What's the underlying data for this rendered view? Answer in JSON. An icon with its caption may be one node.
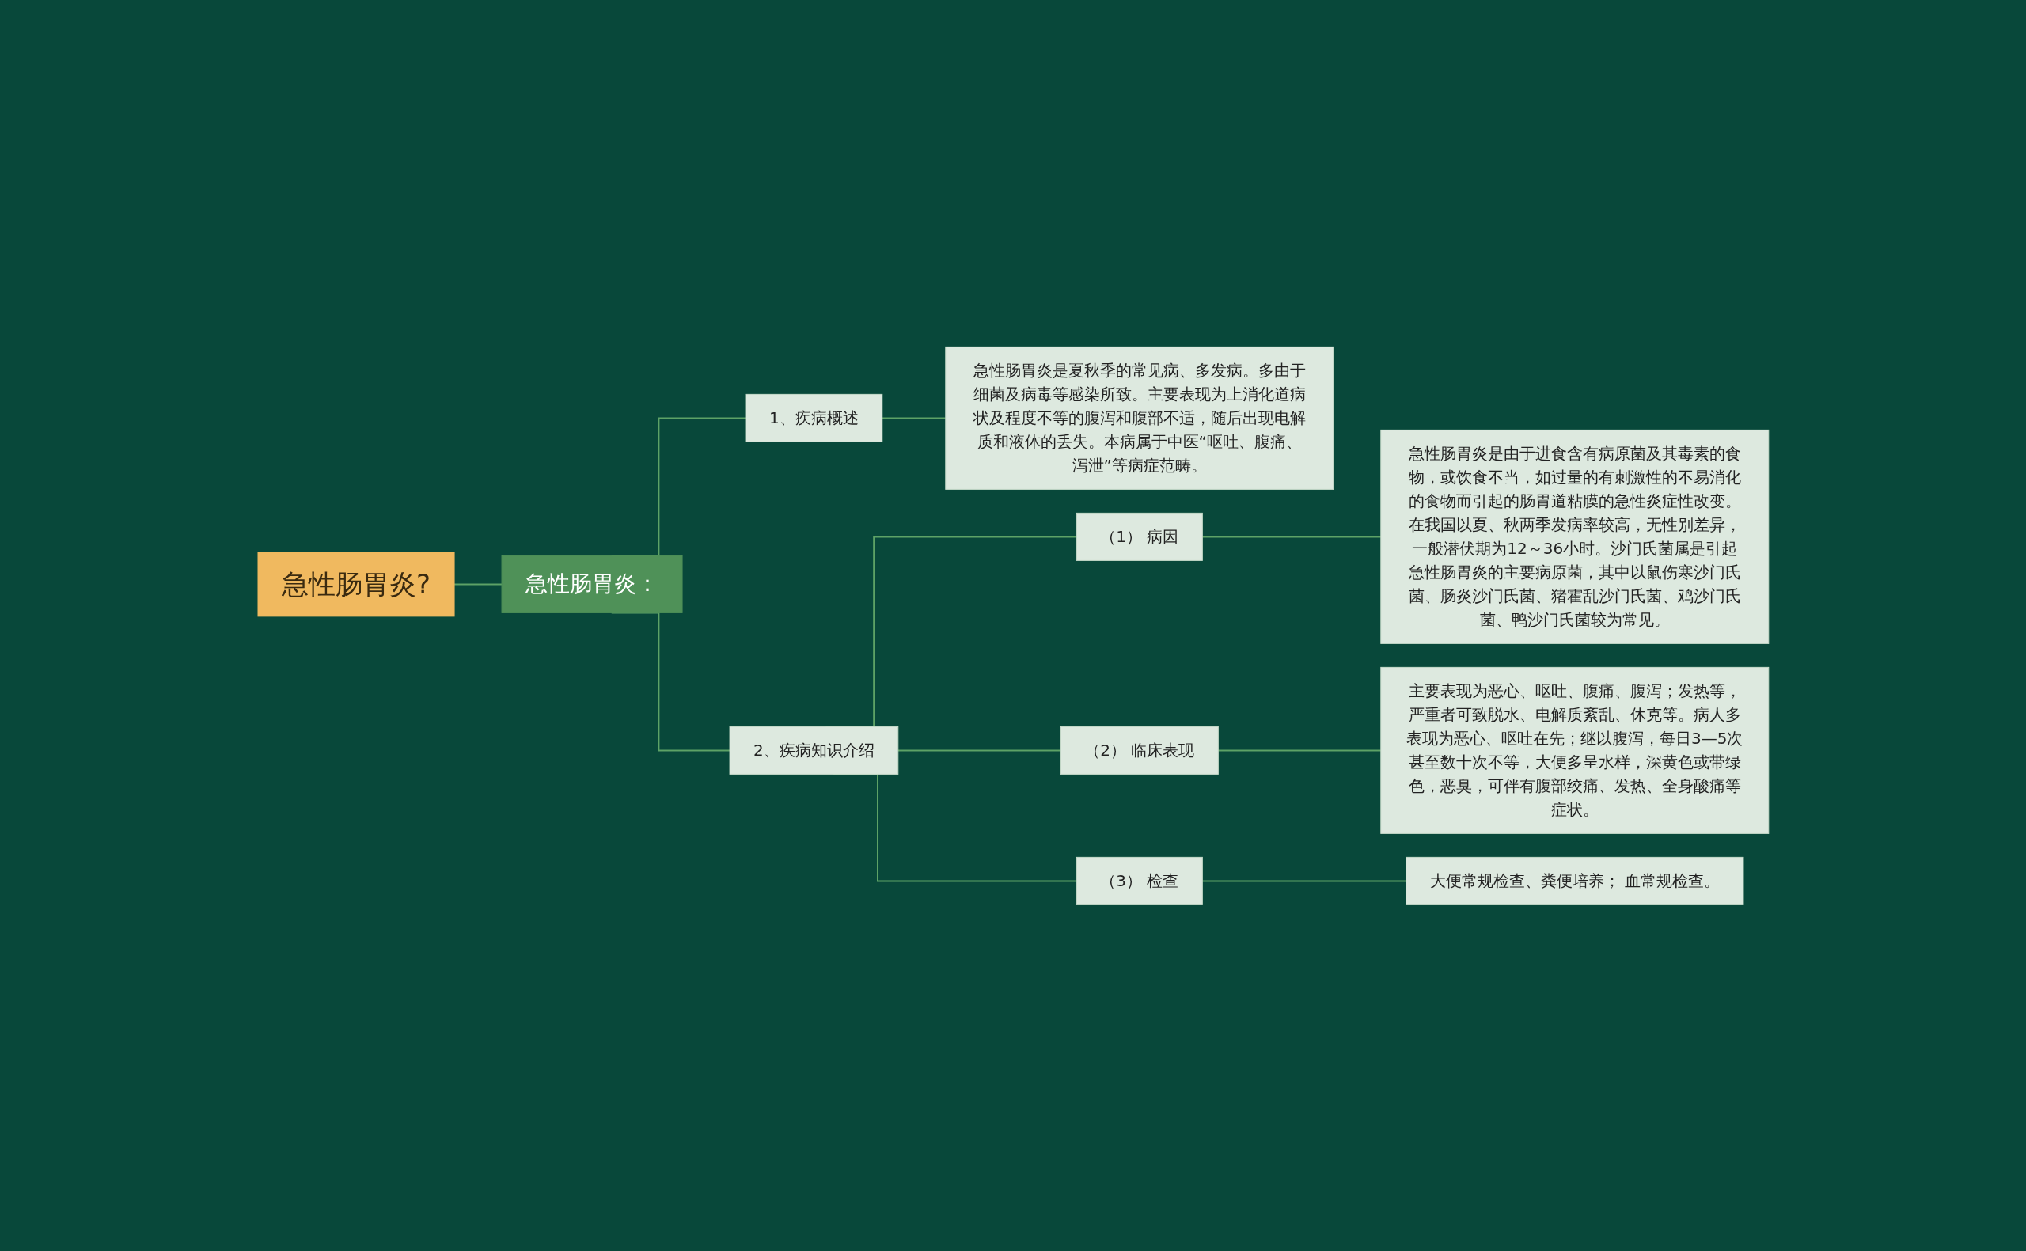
{
  "diagram": {
    "nodes": [
      {
        "text": [
          "急性肠胃炎?"
        ]
      },
      {
        "text": [
          "急性肠胃炎："
        ]
      },
      {
        "text": [
          "1、疾病概述"
        ]
      },
      {
        "text": [
          "急性肠胃炎是夏秋季的常见病、多发病。多由于细菌及病毒等感染所致。主要表现为上消化道病状及程度不等的腹泻和腹部不适，随后出现电解质和液体的丢失。本病属于中医“呕吐、腹痛、泻泄”等病症范畴。"
        ]
      },
      {
        "text": [
          "2、疾病知识介绍"
        ]
      },
      {
        "text": [
          "（1） 病因"
        ]
      },
      {
        "text": [
          "急性肠胃炎是由于进食含有病原菌及其毒素的食物，或饮食不当，如过量的有刺激性的不易消化的食物而引起的肠胃道粘膜的急性炎症性改变。在我国以夏、秋两季发病率较高，无性别差异，一般潜伏期为12～36小时。沙门氏菌属是引起急性肠胃炎的主要病原菌，其中以鼠伤寒沙门氏菌、肠炎沙门氏菌、猪霍乱沙门氏菌、鸡沙门氏菌、鸭沙门氏菌较为常见。"
        ]
      },
      {
        "text": [
          "（2） 临床表现"
        ]
      },
      {
        "text": [
          "主要表现为恶心、呕吐、腹痛、腹泻；发热等，严重者可致脱水、电解质紊乱、休克等。病人多表现为恶心、呕吐在先；继以腹泻，每日3—5次甚至数十次不等，大便多呈水样，深黄色或带绿色，恶臭，可伴有腹部绞痛、发热、全身酸痛等症状。"
        ]
      },
      {
        "text": [
          "（3） 检查"
        ]
      },
      {
        "text": [
          "大便常规检查、粪便培养； 血常规检查。"
        ]
      }
    ],
    "edges": [
      {
        "from": 0,
        "to": 1,
        "arrow": "none"
      },
      {
        "from": 1,
        "to": 2,
        "arrow": "none"
      },
      {
        "from": 2,
        "to": 3,
        "arrow": "none"
      },
      {
        "from": 1,
        "to": 4,
        "arrow": "none"
      },
      {
        "from": 4,
        "to": 5,
        "arrow": "none"
      },
      {
        "from": 5,
        "to": 6,
        "arrow": "none"
      },
      {
        "from": 4,
        "to": 7,
        "arrow": "none"
      },
      {
        "from": 7,
        "to": 8,
        "arrow": "none"
      },
      {
        "from": 4,
        "to": 9,
        "arrow": "none"
      },
      {
        "from": 9,
        "to": 10,
        "arrow": "none"
      }
    ]
  }
}
